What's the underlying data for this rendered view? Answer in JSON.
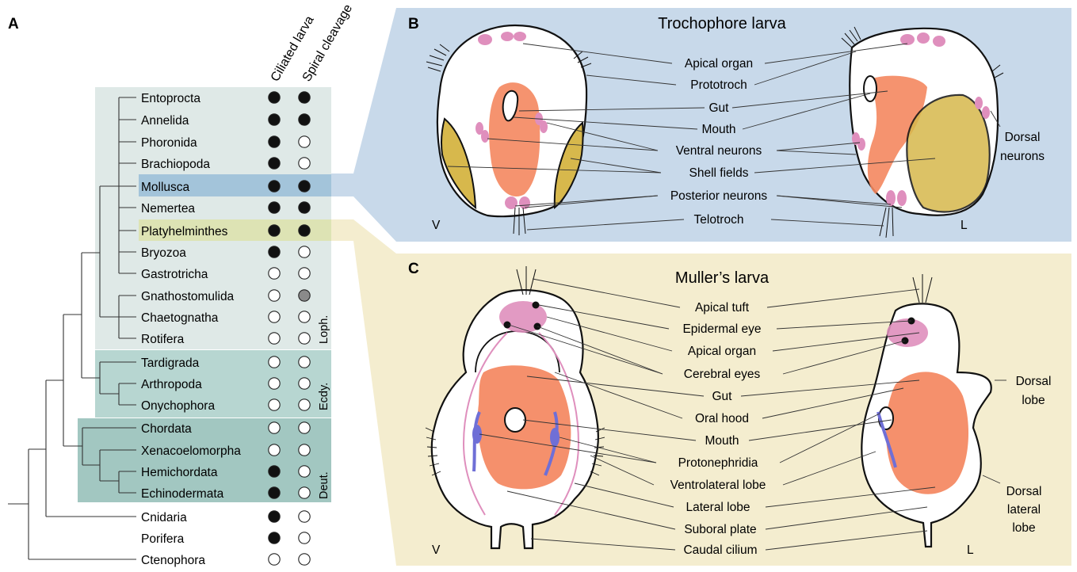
{
  "panel_a": {
    "letter": "A",
    "column_headers": [
      "Ciliated larva",
      "Spiral cleavage"
    ],
    "taxa": [
      {
        "name": "Entoprocta",
        "ciliated": "filled",
        "spiral": "filled"
      },
      {
        "name": "Annelida",
        "ciliated": "filled",
        "spiral": "filled"
      },
      {
        "name": "Phoronida",
        "ciliated": "filled",
        "spiral": "open"
      },
      {
        "name": "Brachiopoda",
        "ciliated": "filled",
        "spiral": "open"
      },
      {
        "name": "Mollusca",
        "ciliated": "filled",
        "spiral": "filled"
      },
      {
        "name": "Nemertea",
        "ciliated": "filled",
        "spiral": "filled"
      },
      {
        "name": "Platyhelminthes",
        "ciliated": "filled",
        "spiral": "filled"
      },
      {
        "name": "Bryozoa",
        "ciliated": "filled",
        "spiral": "open"
      },
      {
        "name": "Gastrotricha",
        "ciliated": "open",
        "spiral": "open"
      },
      {
        "name": "Gnathostomulida",
        "ciliated": "open",
        "spiral": "grey"
      },
      {
        "name": "Chaetognatha",
        "ciliated": "open",
        "spiral": "open"
      },
      {
        "name": "Rotifera",
        "ciliated": "open",
        "spiral": "open"
      },
      {
        "name": "Tardigrada",
        "ciliated": "open",
        "spiral": "open"
      },
      {
        "name": "Arthropoda",
        "ciliated": "open",
        "spiral": "open"
      },
      {
        "name": "Onychophora",
        "ciliated": "open",
        "spiral": "open"
      },
      {
        "name": "Chordata",
        "ciliated": "open",
        "spiral": "open"
      },
      {
        "name": "Xenacoelomorpha",
        "ciliated": "open",
        "spiral": "open"
      },
      {
        "name": "Hemichordata",
        "ciliated": "filled",
        "spiral": "open"
      },
      {
        "name": "Echinodermata",
        "ciliated": "filled",
        "spiral": "open"
      },
      {
        "name": "Cnidaria",
        "ciliated": "filled",
        "spiral": "open"
      },
      {
        "name": "Porifera",
        "ciliated": "filled",
        "spiral": "open"
      },
      {
        "name": "Ctenophora",
        "ciliated": "open",
        "spiral": "open"
      }
    ],
    "clades": [
      "Loph.",
      "Ecdy.",
      "Deut."
    ]
  },
  "panel_b": {
    "letter": "B",
    "title": "Trochophore larva",
    "labels": [
      "Apical organ",
      "Prototroch",
      "Gut",
      "Mouth",
      "Ventral neurons",
      "Shell fields",
      "Posterior neurons",
      "Telotroch"
    ],
    "side_label": "Dorsal neurons",
    "side_label_lines": [
      "Dorsal",
      "neurons"
    ],
    "view_left": "V",
    "view_right": "L"
  },
  "panel_c": {
    "letter": "C",
    "title": "Muller’s larva",
    "labels": [
      "Apical tuft",
      "Epidermal eye",
      "Apical organ",
      "Cerebral eyes",
      "Gut",
      "Oral hood",
      "Mouth",
      "Protonephridia",
      "Ventrolateral lobe",
      "Lateral lobe",
      "Suboral plate",
      "Caudal cilium"
    ],
    "side_label_1_lines": [
      "Dorsal",
      "lobe"
    ],
    "side_label_2_lines": [
      "Dorsal",
      "lateral",
      "lobe"
    ],
    "view_left": "V",
    "view_right": "L"
  },
  "colors": {
    "lophotrochozoa_bg": "#dfe9e7",
    "ecdysozoa_bg": "#b7d6d1",
    "deuterostomia_bg": "#a2c7c1",
    "mollusca_highlight": "#a3c4da",
    "platy_highlight": "#dde3b4",
    "panel_b_bg": "#c8d9ea",
    "panel_c_bg": "#f4edcf",
    "gut": "#f4875f",
    "neurons": "#df8fbd",
    "shell_field": "#d7b84c",
    "protonephridia": "#6f6fd6"
  }
}
